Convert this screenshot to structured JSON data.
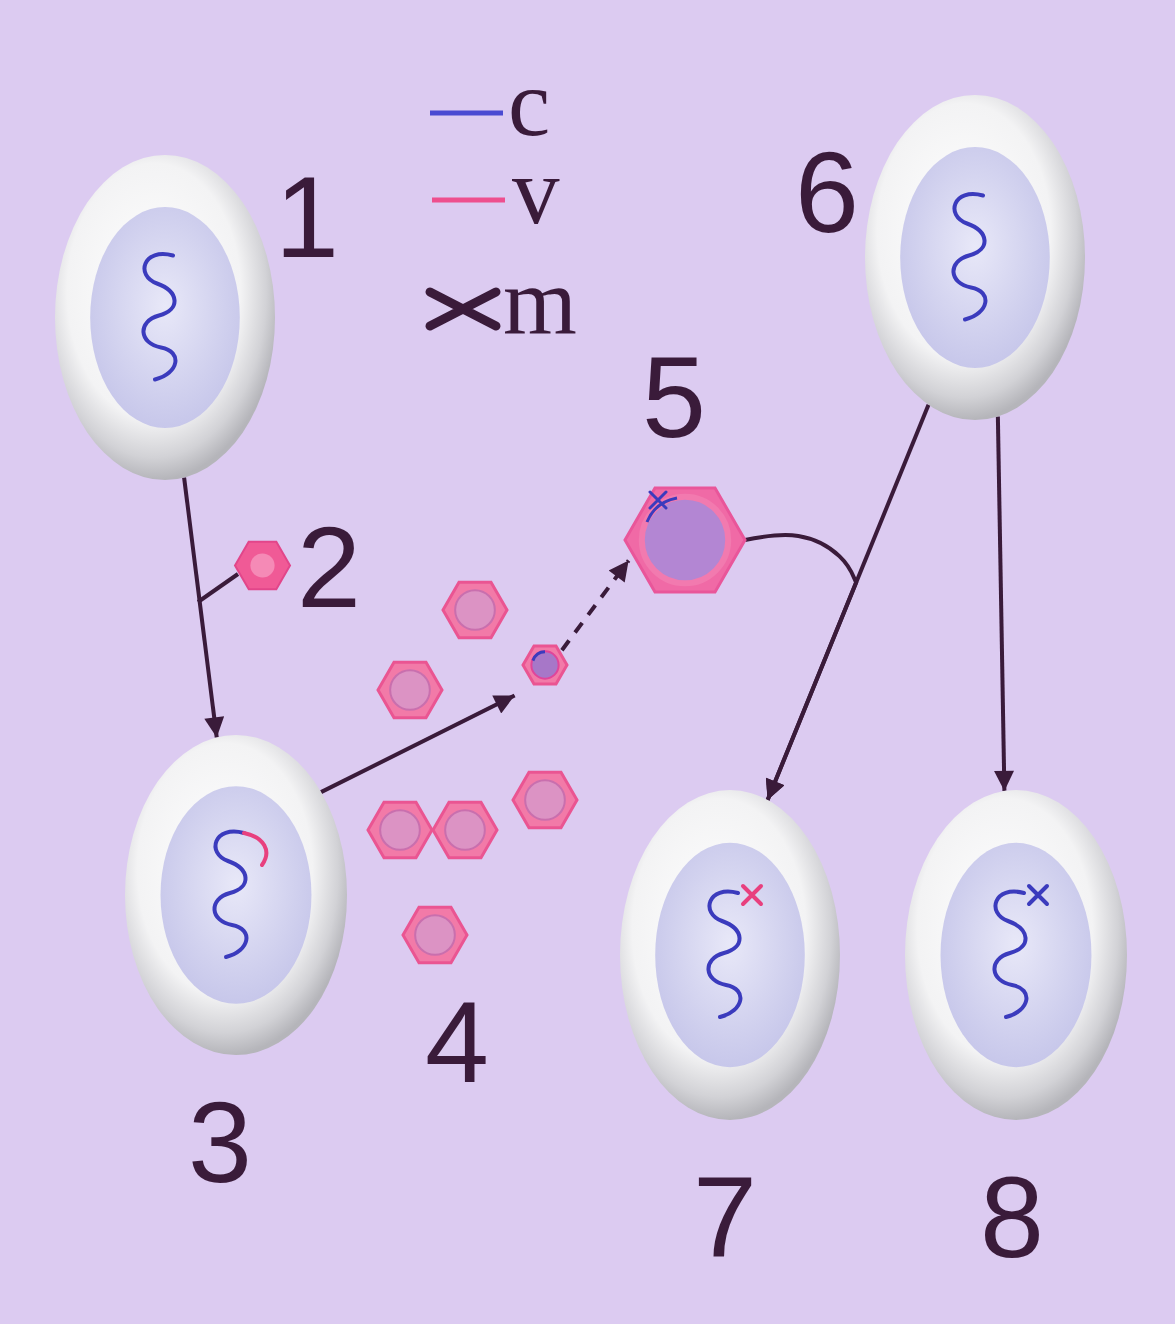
{
  "diagram": {
    "nodes": [
      {
        "text": [
          "1"
        ]
      },
      {
        "text": [
          "2"
        ]
      },
      {
        "text": [
          "3"
        ]
      },
      {
        "text": [
          "4"
        ]
      },
      {
        "text": [
          "5"
        ]
      },
      {
        "text": [
          "6"
        ]
      },
      {
        "text": [
          "7"
        ]
      },
      {
        "text": [
          "8"
        ]
      }
    ],
    "edges": [
      {
        "from": 0,
        "to": 2,
        "arrow": "to"
      },
      {
        "from": 2,
        "to": 3,
        "arrow": "to"
      },
      {
        "from": 3,
        "to": 4,
        "arrow": "to"
      },
      {
        "from": 5,
        "to": 6,
        "arrow": "to"
      },
      {
        "from": 5,
        "to": 7,
        "arrow": "to"
      },
      {
        "from": 4,
        "to": 6,
        "arrow": "to"
      }
    ],
    "legend": [
      {
        "text": "c"
      },
      {
        "text": "v"
      },
      {
        "text": "m"
      }
    ]
  }
}
